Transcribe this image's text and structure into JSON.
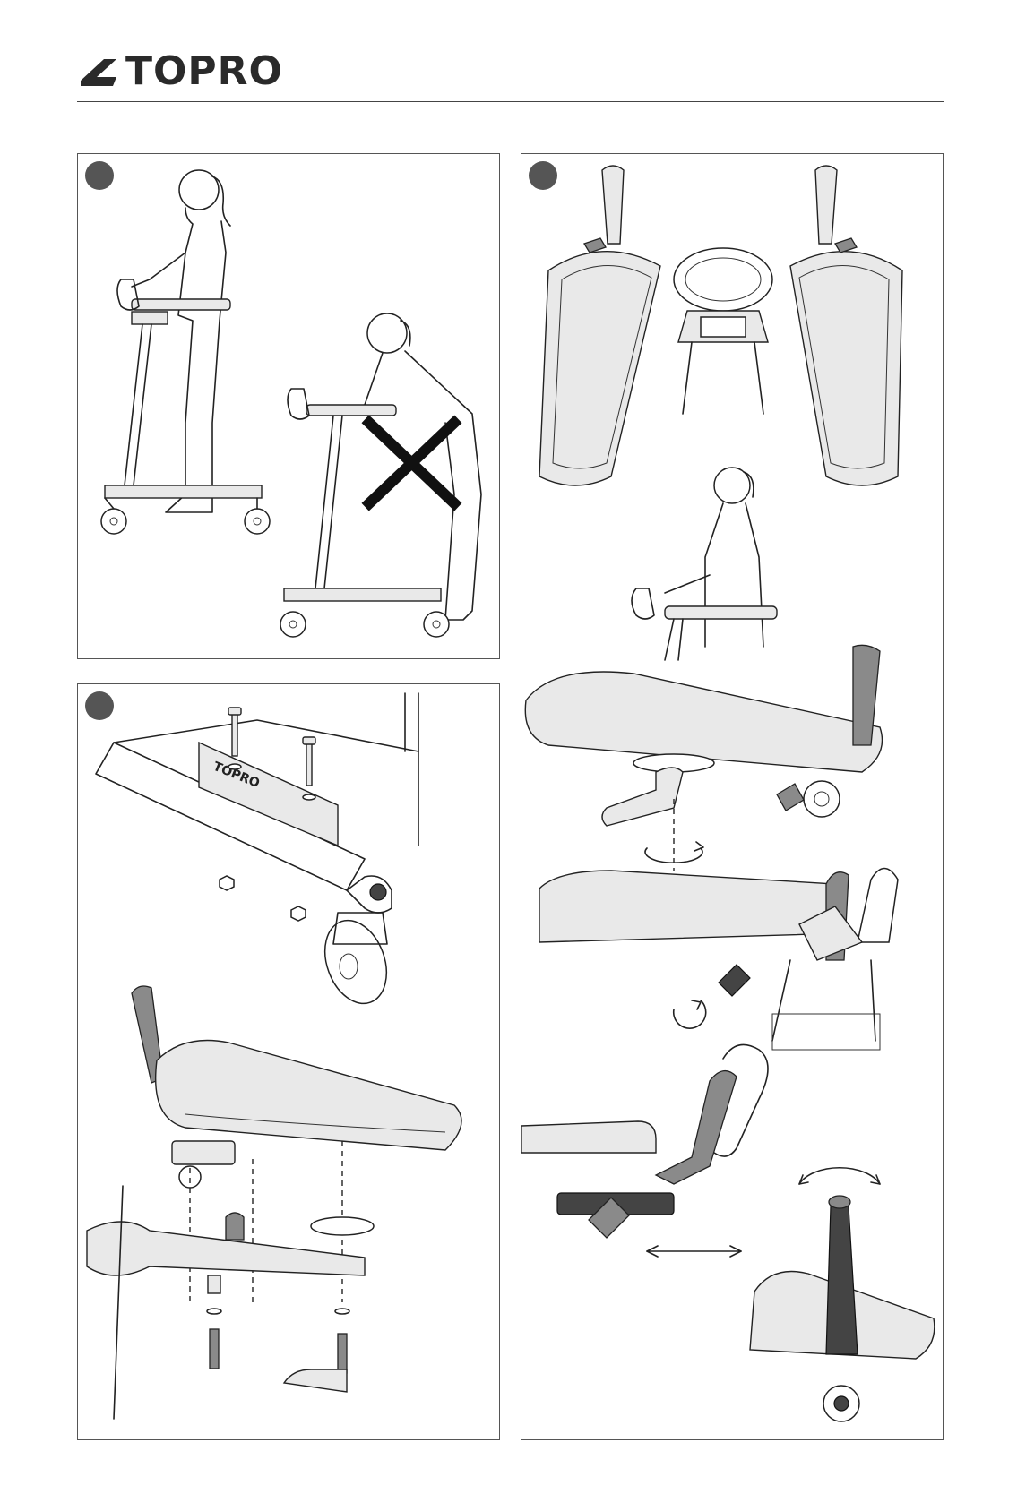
{
  "brand": {
    "logo_text": "TOPRO",
    "logo_mark": "topro-swoosh-logo"
  },
  "panels": [
    {
      "id": "panel-posture",
      "step_badge": "step-1-badge",
      "illustration": "correct-and-incorrect-posture"
    },
    {
      "id": "panel-assembly",
      "step_badge": "step-2-badge",
      "illustration": "armrest-and-frame-assembly"
    },
    {
      "id": "panel-adjustment",
      "step_badge": "step-3-badge",
      "illustration": "armrest-adjustment-views"
    }
  ],
  "colors": {
    "ink": "#222222",
    "badge": "#555555",
    "highlight": "#8a8a8a",
    "cross": "#111111"
  }
}
